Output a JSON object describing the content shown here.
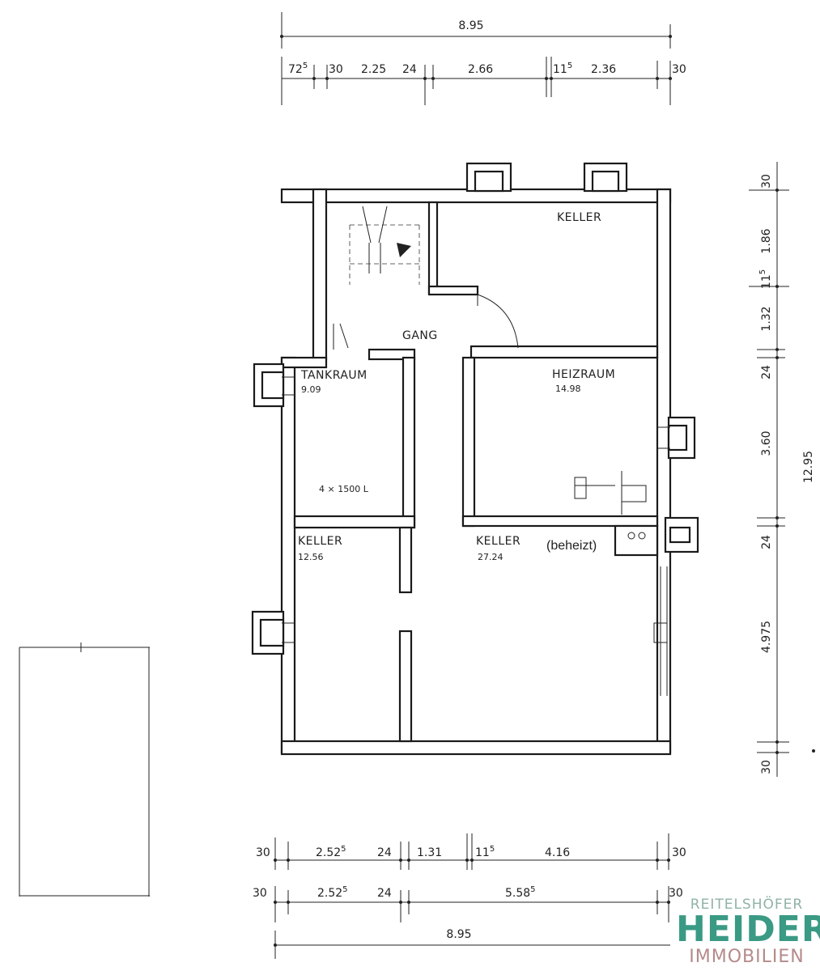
{
  "rooms": {
    "keller_top": "KELLER",
    "gang": "GANG",
    "tankraum": "TANKRAUM",
    "tankraum_area": "9.09",
    "tank_note": "4 × 1500 L",
    "heizraum": "HEIZRAUM",
    "heizraum_area": "14.98",
    "keller_left": "KELLER",
    "keller_left_area": "12.56",
    "keller_right": "KELLER",
    "keller_right_area": "27.24",
    "beheizt": "(beheizt)"
  },
  "dims_top": {
    "total": "8.95",
    "d1": "72",
    "d1s": "5",
    "d2": "30",
    "d3": "2.25",
    "d4": "24",
    "d5": "2.66",
    "d6": "11",
    "d6s": "5",
    "d7": "2.36",
    "d8": "30"
  },
  "dims_right": {
    "total": "12.95",
    "r1": "30",
    "r2": "1.86",
    "r3": "11",
    "r3s": "5",
    "r4": "1.32",
    "r5": "24",
    "r6": "3.60",
    "r7": "24",
    "r8": "4.975",
    "r9": "30"
  },
  "dims_bottom1": {
    "b1": "30",
    "b2": "2.52",
    "b2s": "5",
    "b3": "24",
    "b4": "1.31",
    "b5": "11",
    "b5s": "5",
    "b6": "4.16",
    "b7": "30"
  },
  "dims_bottom2": {
    "c1": "30",
    "c2": "2.52",
    "c2s": "5",
    "c3": "24",
    "c4": "5.58",
    "c4s": "5",
    "c5": "30"
  },
  "dims_bottom_total": "8.95",
  "logo": {
    "line1": "REITELSHÖFER",
    "line2": "HEIDER",
    "line3": "IMMOBILIEN"
  },
  "colors": {
    "logo_teal": "#3a9a84",
    "logo_light": "#8fb3a4",
    "logo_rose": "#b58a8a"
  }
}
